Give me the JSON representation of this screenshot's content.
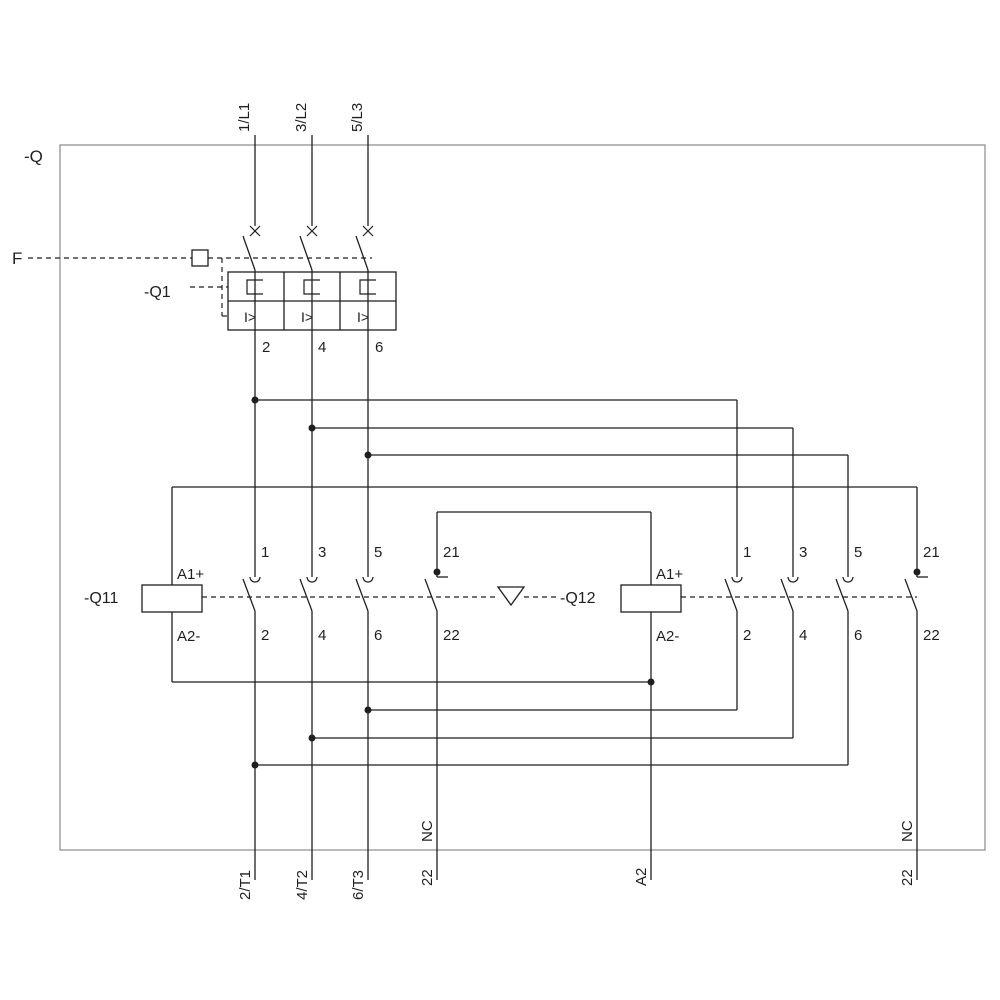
{
  "frame": {
    "ref": "-Q"
  },
  "fault_line": {
    "ref": "F"
  },
  "breaker": {
    "ref": "-Q1",
    "supply_terminals": [
      "1/L1",
      "3/L2",
      "5/L3"
    ],
    "output_terminals": [
      "2",
      "4",
      "6"
    ],
    "overcurrent_symbol": "I>"
  },
  "contactor_left": {
    "ref": "-Q11",
    "coil_plus": "A1+",
    "coil_minus": "A2-",
    "top_terminals": [
      "1",
      "3",
      "5",
      "21"
    ],
    "bottom_terminals": [
      "2",
      "4",
      "6",
      "22"
    ]
  },
  "contactor_right": {
    "ref": "-Q12",
    "coil_plus": "A1+",
    "coil_minus": "A2-",
    "top_terminals": [
      "1",
      "3",
      "5",
      "21"
    ],
    "bottom_terminals": [
      "2",
      "4",
      "6",
      "22"
    ]
  },
  "bottom_terminals": {
    "load": [
      "2/T1",
      "4/T2",
      "6/T3"
    ],
    "aux_left": {
      "number": "22",
      "type": "NC"
    },
    "coil_return": "A2",
    "aux_right": {
      "number": "22",
      "type": "NC"
    }
  }
}
